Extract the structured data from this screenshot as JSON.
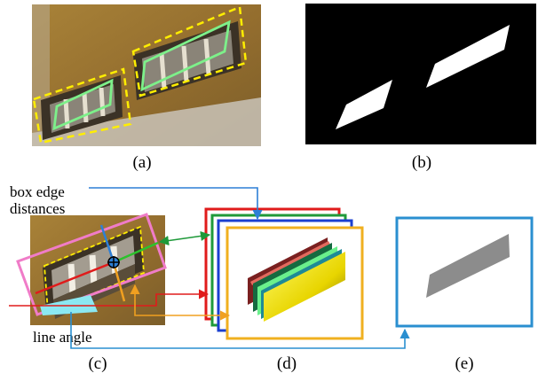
{
  "panels": {
    "a": {
      "caption": "(a)"
    },
    "b": {
      "caption": "(b)"
    },
    "c": {
      "caption": "(c)",
      "label_box_edge_line1": "box edge",
      "label_box_edge_line2": "distances",
      "label_line_angle": "line angle"
    },
    "d": {
      "caption": "(d)"
    },
    "e": {
      "caption": "(e)"
    }
  },
  "colors": {
    "facade": "#9a7533",
    "dashed_box": "#ffee00",
    "window_outline": "#7df08a",
    "mask_bg": "#000000",
    "mask_fg": "#ffffff",
    "pink_box": "#f07cc8",
    "arrow_blue": "#2d7fd6",
    "arrow_green": "#1f9a3a",
    "arrow_red": "#e01b1b",
    "arrow_orange": "#f0a020",
    "output_frame": "#2a8fd0",
    "output_shape": "#8c8c8c"
  },
  "icons": {
    "center_marker": "target-icon"
  }
}
